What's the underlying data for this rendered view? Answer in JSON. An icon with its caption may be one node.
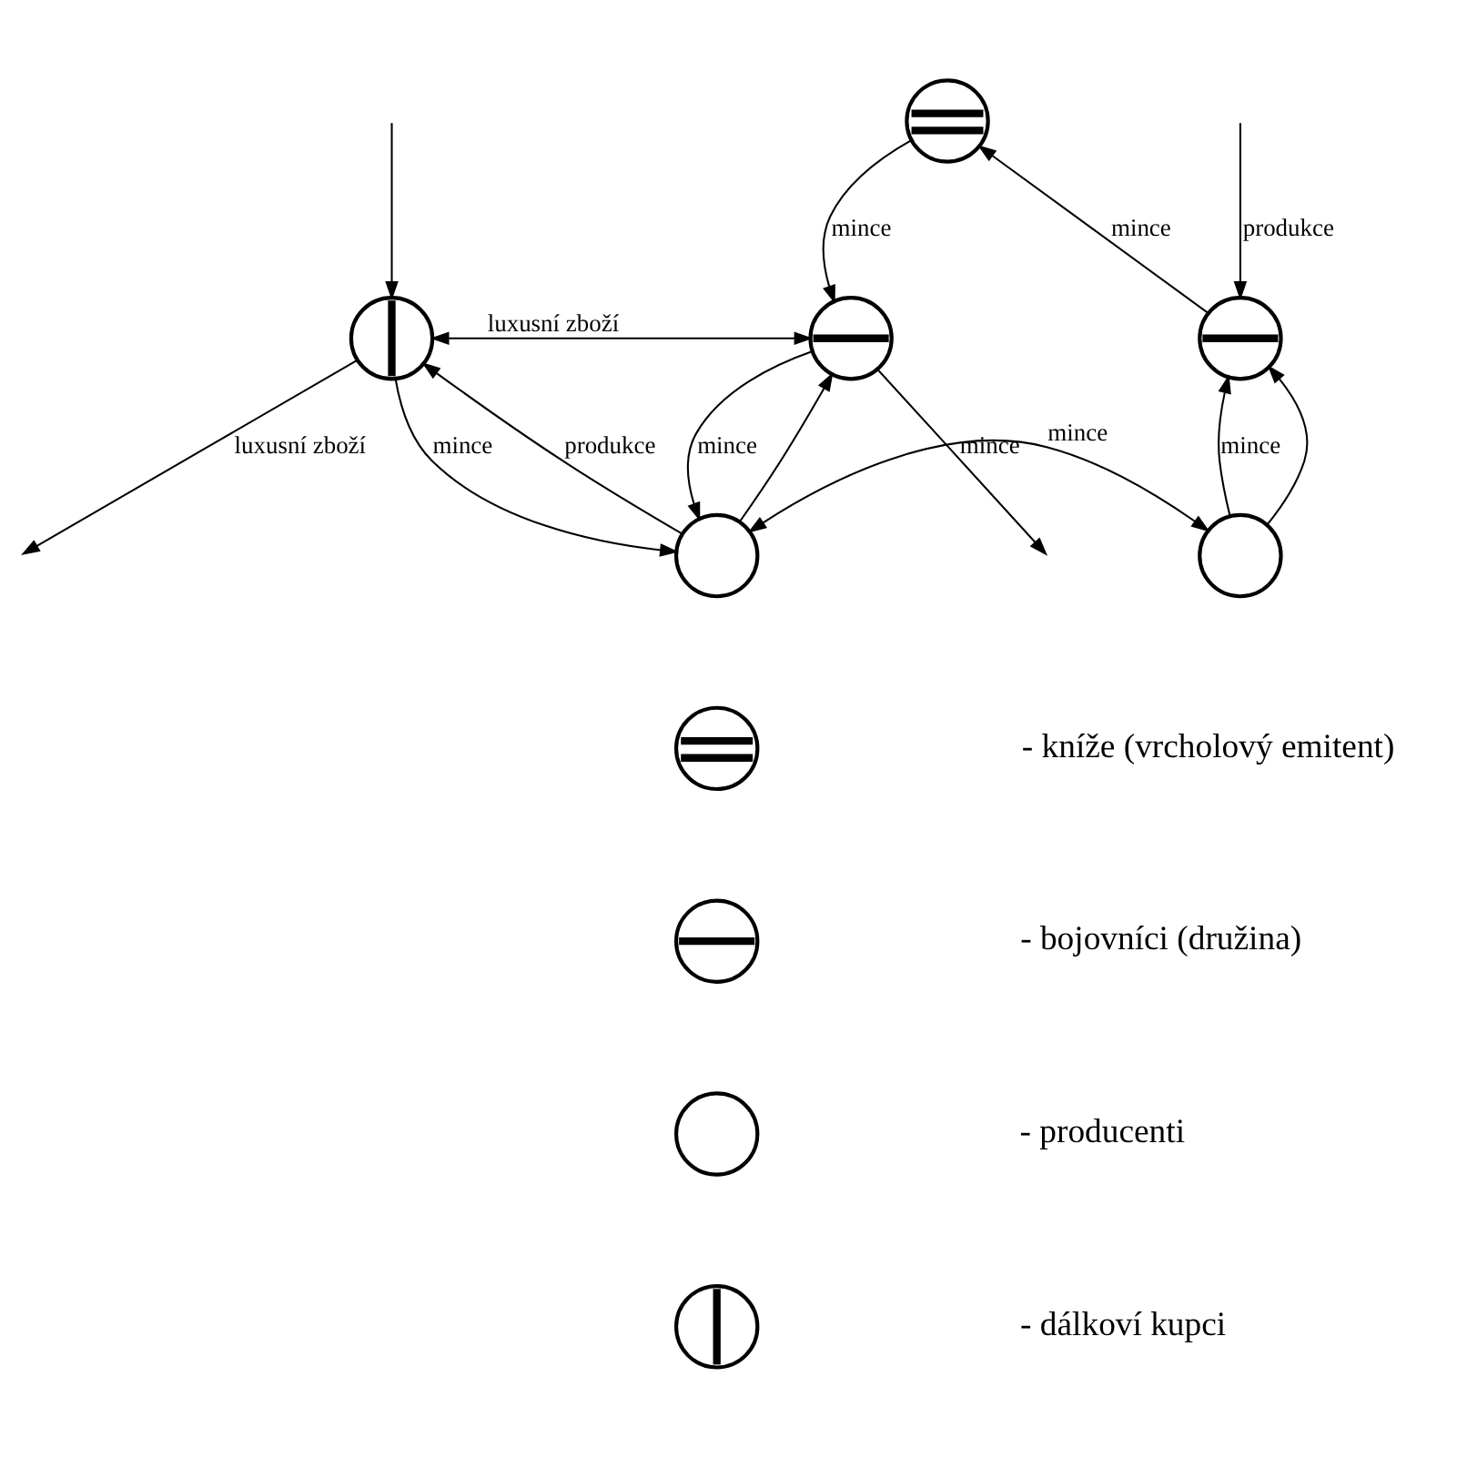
{
  "diagram": {
    "nodes": [
      {
        "text": [],
        "shape": "circle"
      },
      {
        "text": [],
        "shape": "circle"
      },
      {
        "text": [],
        "shape": "circle"
      },
      {
        "text": [],
        "shape": "circle"
      },
      {
        "text": [],
        "shape": "circle"
      },
      {
        "text": [],
        "shape": "circle"
      },
      {
        "text": [],
        "shape": "circle"
      },
      {
        "text": [],
        "shape": "circle"
      },
      {
        "text": [],
        "shape": "circle"
      },
      {
        "text": [],
        "shape": "circle"
      }
    ],
    "edges": [
      {
        "from": 1,
        "to": null,
        "arrow": "to",
        "label": "luxusní zboží"
      },
      {
        "from": null,
        "to": 1,
        "arrow": "to"
      },
      {
        "from": 0,
        "to": 2,
        "arrow": "to",
        "label": "mince"
      },
      {
        "from": 3,
        "to": 0,
        "arrow": "to",
        "label": "mince"
      },
      {
        "from": 1,
        "to": 2,
        "arrow": "both",
        "label": "luxusní zboží"
      },
      {
        "from": 2,
        "to": 4,
        "arrow": "to",
        "label": "mince"
      },
      {
        "from": 2,
        "to": null,
        "arrow": "to",
        "label": "mince"
      },
      {
        "from": null,
        "to": 3,
        "arrow": "to",
        "label": "produkce"
      },
      {
        "from": 5,
        "to": 3,
        "arrow": "to",
        "label": "mince"
      },
      {
        "from": 4,
        "to": 1,
        "arrow": "to",
        "label": "produkce"
      },
      {
        "from": 1,
        "to": 4,
        "arrow": "to",
        "label": "mince"
      },
      {
        "from": 4,
        "to": 2,
        "arrow": "to"
      },
      {
        "from": 5,
        "to": 3,
        "arrow": "to"
      },
      {
        "from": 4,
        "to": 5,
        "arrow": "both",
        "label": "mince"
      }
    ],
    "legend": [
      {
        "text": "- kníže (vrcholový emitent)"
      },
      {
        "text": "- bojovníci (družina)"
      },
      {
        "text": "- producenti"
      },
      {
        "text": "- dálkoví kupci"
      }
    ]
  }
}
